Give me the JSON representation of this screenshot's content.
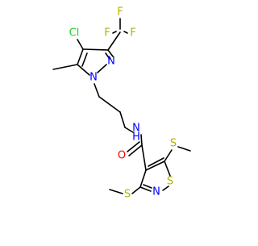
{
  "molecule": {
    "atoms": {
      "cl": "Cl",
      "f_top": "F",
      "f_left": "F",
      "f_right": "F",
      "n_pyrazole_2": "N",
      "n_pyrazole_1": "N",
      "n_amide": "N",
      "h_amide": "H",
      "o_carbonyl": "O",
      "s_thiomethyl_upper": "S",
      "s_ring": "S",
      "n_isothiazole": "N",
      "s_thiomethyl_lower": "S"
    }
  },
  "colors": {
    "bond": "#000000",
    "carbon": "#000000",
    "nitrogen": "#0000ff",
    "oxygen": "#ff0000",
    "sulfur": "#b3b300",
    "chlorine": "#1fd01f",
    "fluorine": "#b3b300"
  }
}
